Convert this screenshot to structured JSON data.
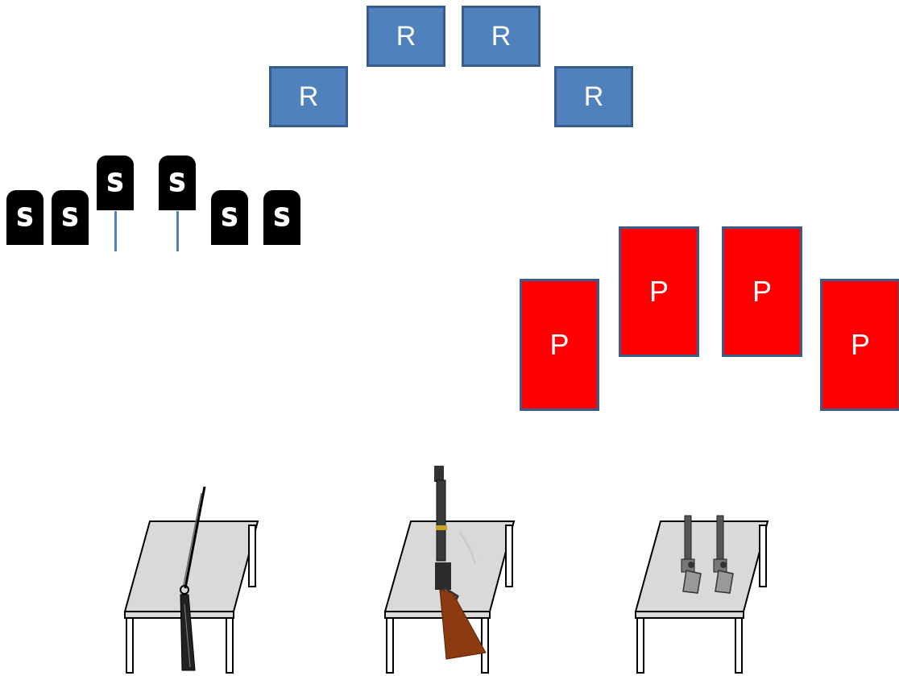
{
  "r_targets": [
    {
      "label": "R"
    },
    {
      "label": "R"
    },
    {
      "label": "R"
    },
    {
      "label": "R"
    }
  ],
  "s_targets": [
    {
      "label": "S"
    },
    {
      "label": "S"
    },
    {
      "label": "S"
    },
    {
      "label": "S"
    },
    {
      "label": "S"
    },
    {
      "label": "S"
    }
  ],
  "p_targets": [
    {
      "label": "P"
    },
    {
      "label": "P"
    },
    {
      "label": "P"
    },
    {
      "label": "P"
    }
  ],
  "tables": [
    {
      "item": "shotgun-icon"
    },
    {
      "item": "lever-action-rifle-icon"
    },
    {
      "item": "revolvers-icon"
    }
  ],
  "colors": {
    "r_fill": "#4f81bd",
    "r_border": "#385d8a",
    "p_fill": "#ff0000",
    "s_fill": "#000000",
    "table_top": "#d9d9d9"
  }
}
